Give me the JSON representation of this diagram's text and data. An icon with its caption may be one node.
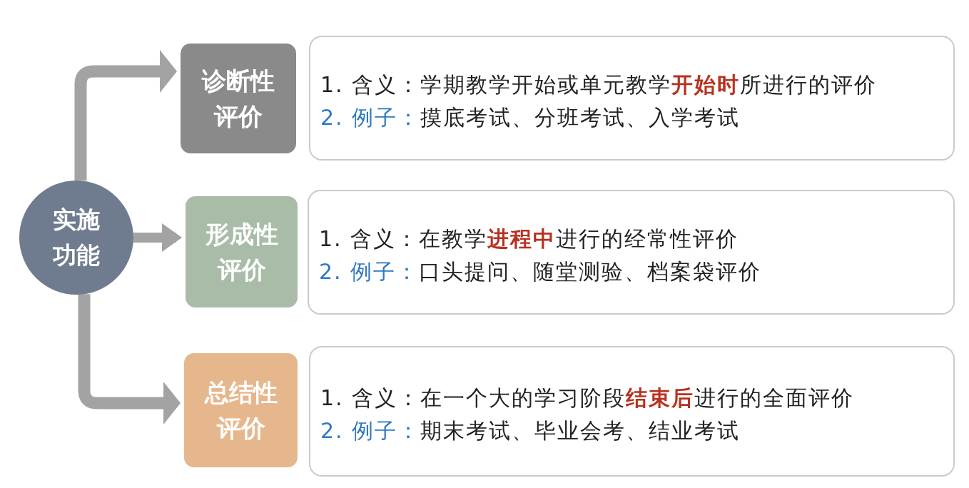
{
  "diagram": {
    "nodes": [
      {
        "text": [
          "实施功能"
        ]
      },
      {
        "text": [
          "诊断性评价"
        ]
      },
      {
        "text": [
          "1. 含义：",
          "学期教学开始或单元教学**开始时**所进行的评价",
          "2. 例子：",
          "摸底考试、分班考试、入学考试"
        ]
      },
      {
        "text": [
          "形成性评价"
        ]
      },
      {
        "text": [
          "1. 含义：",
          "在教学**进程中**进行的经常性评价",
          "2. 例子：",
          "口头提问、随堂测验、档案袋评价"
        ]
      },
      {
        "text": [
          "总结性评价"
        ]
      },
      {
        "text": [
          "1. 含义：",
          "在一个大的学习阶段**结束后**进行的全面评价",
          "2. 例子：",
          "期末考试、毕业会考、结业考试"
        ]
      }
    ],
    "edges": [
      {
        "from": 0,
        "to": 1,
        "arrow": "to"
      },
      {
        "from": 0,
        "to": 3,
        "arrow": "to"
      },
      {
        "from": 0,
        "to": 5,
        "arrow": "to"
      }
    ]
  }
}
